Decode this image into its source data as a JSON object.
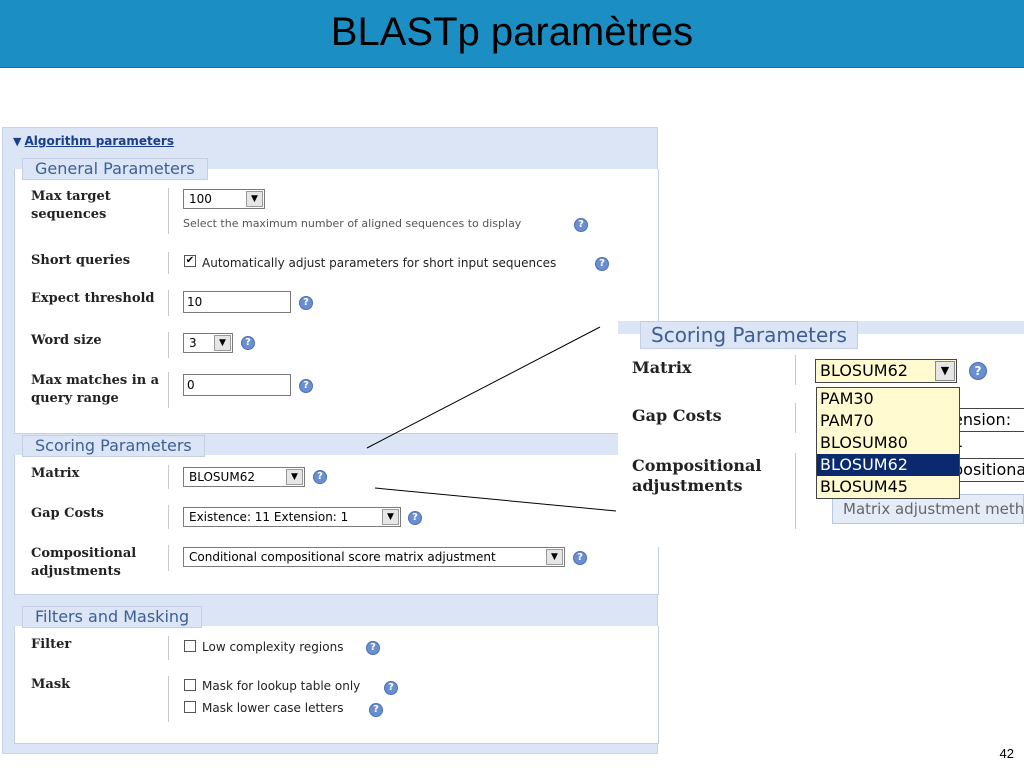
{
  "slide": {
    "title": "BLASTp paramètres",
    "page_number": "42"
  },
  "panel": {
    "header": "Algorithm parameters",
    "general": {
      "legend": "General Parameters",
      "max_target": {
        "label_line1": "Max target",
        "label_line2": "sequences",
        "value": "100",
        "hint": "Select the maximum number of aligned sequences to display"
      },
      "short_queries": {
        "label": "Short queries",
        "checkbox_label": "Automatically adjust parameters for short input sequences",
        "checked": true
      },
      "expect": {
        "label": "Expect threshold",
        "value": "10"
      },
      "word_size": {
        "label": "Word size",
        "value": "3"
      },
      "max_matches": {
        "label_line1": "Max matches in a",
        "label_line2": "query range",
        "value": "0"
      }
    },
    "scoring": {
      "legend": "Scoring Parameters",
      "matrix": {
        "label": "Matrix",
        "value": "BLOSUM62"
      },
      "gap_costs": {
        "label": "Gap Costs",
        "value": "Existence: 11 Extension: 1"
      },
      "compositional": {
        "label_line1": "Compositional",
        "label_line2": "adjustments",
        "value": "Conditional compositional score matrix adjustment"
      }
    },
    "filters": {
      "legend": "Filters and Masking",
      "filter": {
        "label": "Filter",
        "checkbox_label": "Low complexity regions",
        "checked": false
      },
      "mask": {
        "label": "Mask",
        "opt1": "Mask for lookup table only",
        "opt2": "Mask lower case letters"
      }
    }
  },
  "zoom": {
    "legend": "Scoring Parameters",
    "matrix_label": "Matrix",
    "matrix_value": "BLOSUM62",
    "gap_label": "Gap Costs",
    "gap_partial": "ension: 1",
    "comp_label_line1": "Compositional",
    "comp_label_line2": "adjustments",
    "comp_partial": "positiona",
    "info_partial": "Matrix adjustment meth",
    "options": [
      "PAM30",
      "PAM70",
      "BLOSUM80",
      "BLOSUM62",
      "BLOSUM45"
    ],
    "selected_option": "BLOSUM62"
  },
  "icons": {
    "help": "?",
    "check": "✔",
    "dropdown": "▼",
    "collapse": "▼"
  }
}
